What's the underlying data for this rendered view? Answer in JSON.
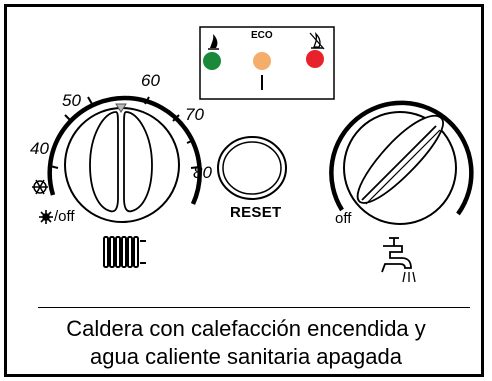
{
  "panel": {
    "indicator": {
      "eco_label": "ECO",
      "lights": [
        {
          "state": "flame-on",
          "color": "#1a8a3a",
          "icon": "flame-icon"
        },
        {
          "state": "eco",
          "color": "#f5ad6b",
          "icon": "eco-label"
        },
        {
          "state": "flame-off",
          "color": "#e8222a",
          "icon": "flame-crossed-icon"
        }
      ]
    },
    "heating_dial": {
      "scale": [
        "40",
        "50",
        "60",
        "70",
        "80"
      ],
      "summer_off_label": "/off",
      "icons": [
        "winter-snowflake-icon",
        "summer-sun-icon",
        "radiator-icon"
      ]
    },
    "reset_button": {
      "label": "RESET"
    },
    "water_dial": {
      "off_label": "off",
      "icons": [
        "tap-icon"
      ]
    }
  },
  "caption": {
    "line1": "Caldera con calefacción encendida y",
    "line2": "agua caliente sanitaria apagada"
  }
}
